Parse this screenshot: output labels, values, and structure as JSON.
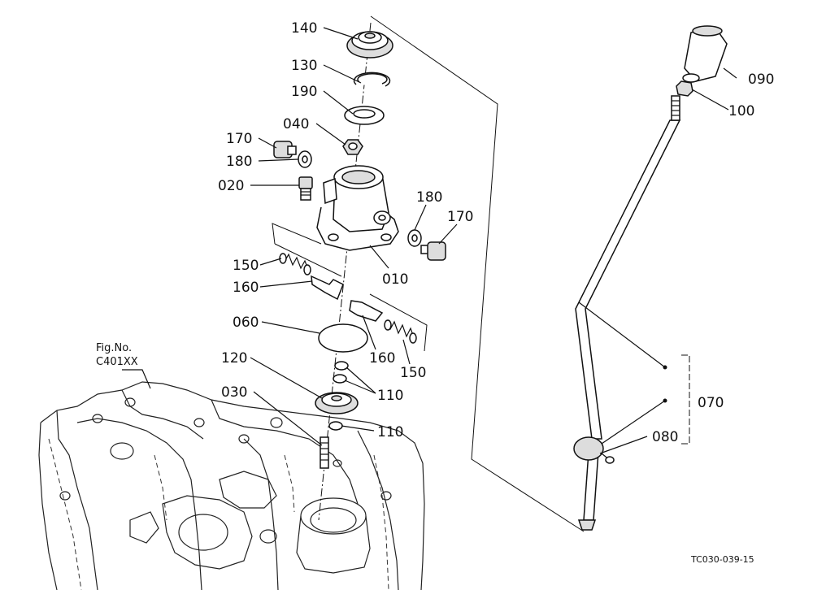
{
  "callouts": {
    "c140": "140",
    "c130": "130",
    "c190": "190",
    "c040": "040",
    "c170a": "170",
    "c180a": "180",
    "c020": "020",
    "c180b": "180",
    "c170b": "170",
    "c010": "010",
    "c150a": "150",
    "c160a": "160",
    "c060": "060",
    "c160b": "160",
    "c150b": "150",
    "c120": "120",
    "c110a": "110",
    "c030": "030",
    "c110b": "110",
    "c090": "090",
    "c100": "100",
    "c070": "070",
    "c080": "080"
  },
  "figure_reference": {
    "line1": "Fig.No.",
    "line2": "C401XX"
  },
  "drawing_number": "TC030-039-15"
}
